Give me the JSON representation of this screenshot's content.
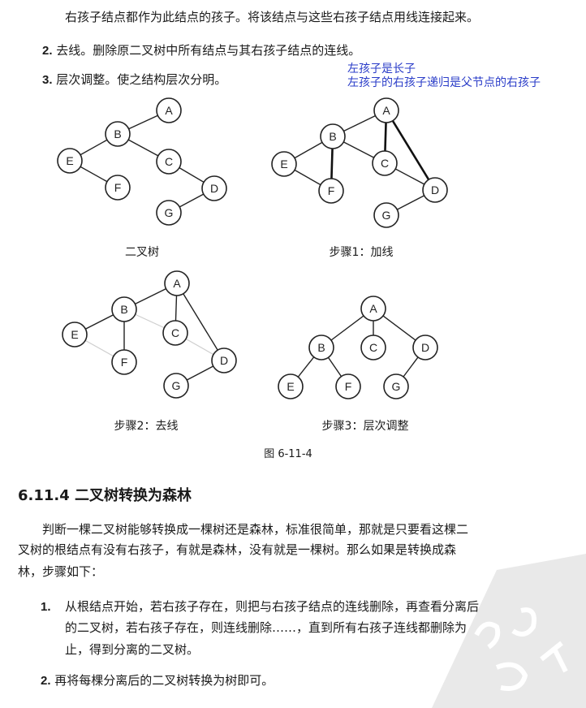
{
  "top": {
    "line1": "右孩子结点都作为此结点的孩子。将该结点与这些右孩子结点用线连接起来。",
    "step2_num": "2.",
    "step2_text": "去线。删除原二叉树中所有结点与其右孩子结点的连线。",
    "step3_num": "3.",
    "step3_text": "层次调整。使之结构层次分明。"
  },
  "annotation": {
    "line1": "左孩子是长子",
    "line2": "左孩子的右孩子递归是父节点的右孩子"
  },
  "diagrams": {
    "tree1": {
      "caption": "二叉树",
      "nodes": [
        "A",
        "B",
        "C",
        "D",
        "E",
        "F",
        "G"
      ]
    },
    "tree2": {
      "caption": "步骤1：加线",
      "nodes": [
        "A",
        "B",
        "C",
        "D",
        "E",
        "F",
        "G"
      ]
    },
    "tree3": {
      "caption": "步骤2：去线",
      "nodes": [
        "A",
        "B",
        "C",
        "D",
        "E",
        "F",
        "G"
      ]
    },
    "tree4": {
      "caption": "步骤3：层次调整",
      "nodes": [
        "A",
        "B",
        "C",
        "D",
        "E",
        "F",
        "G"
      ]
    },
    "figure_caption": "图 6-11-4"
  },
  "section": {
    "title": "6.11.4  二叉树转换为森林",
    "para": [
      "判断一棵二叉树能够转换成一棵树还是森林，标准很简单，那就是只要看这棵二",
      "叉树的根结点有没有右孩子，有就是森林，没有就是一棵树。那么如果是转换成森",
      "林，步骤如下："
    ],
    "step1_num": "1.",
    "step1_lines": [
      "从根结点开始，若右孩子存在，则把与右孩子结点的连线删除，再查看分离后",
      "的二叉树，若右孩子存在，则连线删除……，直到所有右孩子连线都删除为",
      "止，得到分离的二叉树。"
    ],
    "step2_num": "2.",
    "step2_text": "再将每棵分离后的二叉树转换为树即可。"
  }
}
